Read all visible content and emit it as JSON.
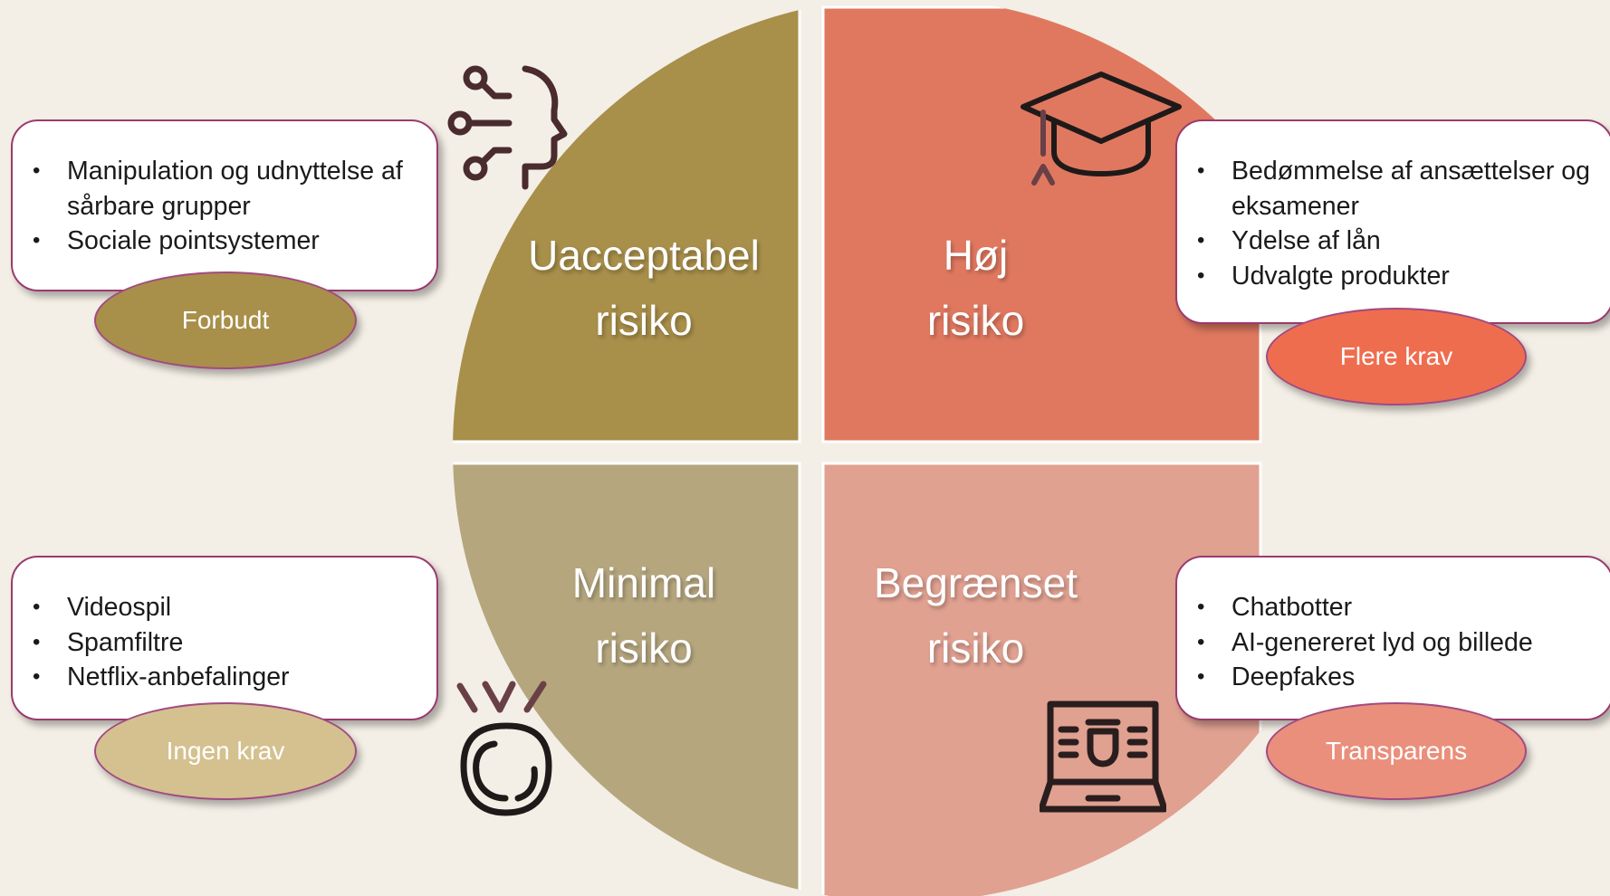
{
  "quadrants": [
    {
      "id": "unacceptable",
      "label_line1": "Uacceptabel",
      "label_line2": "risiko",
      "color": "#a88f4a",
      "items": [
        "Manipulation og udnyttelse af sårbare grupper",
        "Sociale pointsystemer"
      ],
      "requirement": "Forbudt",
      "requirement_color": "#a88f4a",
      "icon": "ai-head-circuit-icon"
    },
    {
      "id": "high",
      "label_line1": "Høj",
      "label_line2": "risiko",
      "color": "#e07860",
      "items": [
        "Bedømmelse af ansættelser og eksamener",
        "Ydelse af lån",
        "Udvalgte produkter"
      ],
      "requirement": "Flere krav",
      "requirement_color": "#ef6d4f",
      "icon": "graduation-cap-icon"
    },
    {
      "id": "minimal",
      "label_line1": "Minimal",
      "label_line2": "risiko",
      "color": "#b5a67e",
      "items": [
        "Videospil",
        "Spamfiltre",
        "Netflix-anbefalinger"
      ],
      "requirement": "Ingen krav",
      "requirement_color": "#d4c18f",
      "icon": "medal-icon"
    },
    {
      "id": "limited",
      "label_line1": "Begrænset",
      "label_line2": "risiko",
      "color": "#e0a191",
      "items": [
        "Chatbotter",
        "AI-genereret lyd og billede",
        "Deepfakes"
      ],
      "requirement": "Transparens",
      "requirement_color": "#e98f7b",
      "icon": "laptop-bug-icon"
    }
  ]
}
